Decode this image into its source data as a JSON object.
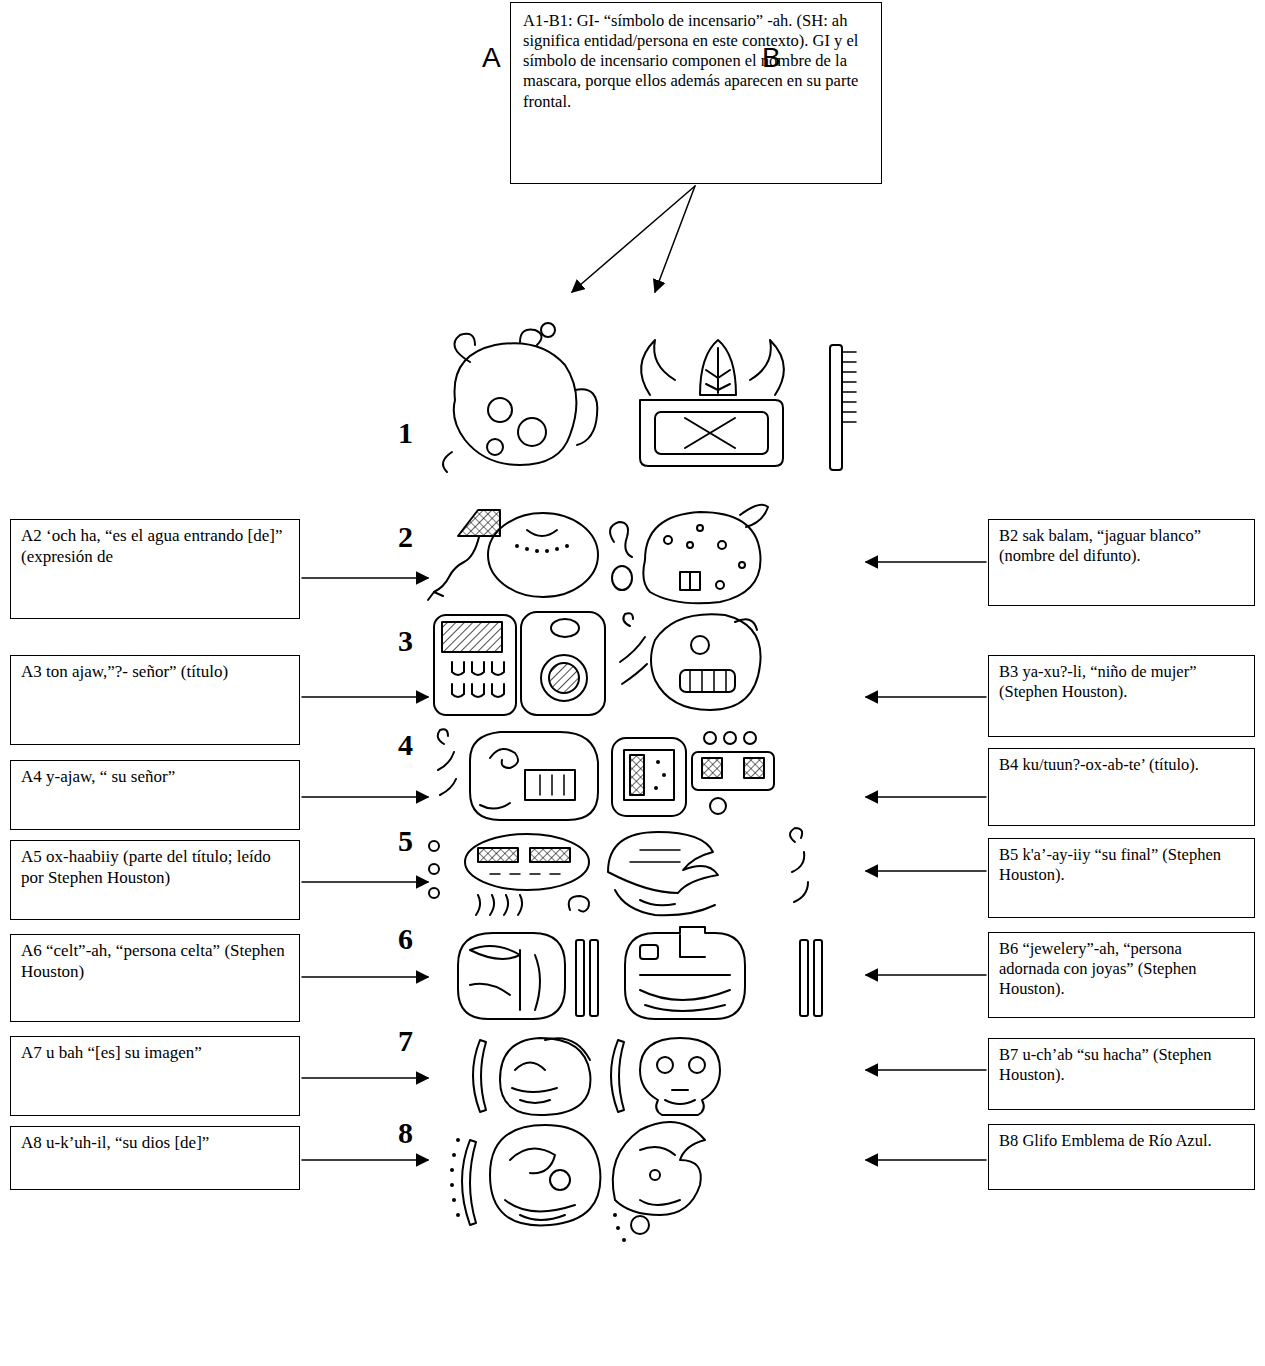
{
  "diagram": {
    "nodes": [
      {
        "text": [
          "A1-B1: GI- “símbolo de incensario” -ah. (SH: ah significa entidad/persona en este contexto). GI y el símbolo de incensario componen el nombre de la mascara, porque ellos además aparecen en su parte frontal."
        ]
      },
      {
        "text": [
          "A2 ‘och ha, “es el agua entrando [de]” (expresión de"
        ]
      },
      {
        "text": [
          "B2 sak balam, “jaguar blanco” (nombre del difunto)."
        ]
      },
      {
        "text": [
          "A3 ton ajaw,”?- señor” (título)"
        ]
      },
      {
        "text": [
          "B3 ya-xu?-li, “niño de mujer” (Stephen Houston)."
        ]
      },
      {
        "text": [
          "A4 y-ajaw, “ su señor”"
        ]
      },
      {
        "text": [
          "B4 ku/tuun?-ox-ab-te’ (título)."
        ]
      },
      {
        "text": [
          "A5 ox-haabiiy (parte del título; leído por Stephen Houston)"
        ]
      },
      {
        "text": [
          "B5 k'a’-ay-iiy “su final” (Stephen Houston)."
        ]
      },
      {
        "text": [
          "A6 “celt”-ah, “persona celta” (Stephen Houston)"
        ]
      },
      {
        "text": [
          "B6 “jewelery”-ah, “persona adornada con joyas” (Stephen Houston)."
        ]
      },
      {
        "text": [
          "A7 u bah “[es] su imagen”"
        ]
      },
      {
        "text": [
          "B7 u-ch’ab “su hacha” (Stephen Houston)."
        ]
      },
      {
        "text": [
          "A8 u-k’uh-il, “su dios [de]”"
        ]
      },
      {
        "text": [
          "B8 Glifo Emblema de Río Azul."
        ]
      }
    ],
    "labels": [
      "A",
      "B",
      "1",
      "2",
      "3",
      "4",
      "5",
      "6",
      "7",
      "8"
    ]
  }
}
